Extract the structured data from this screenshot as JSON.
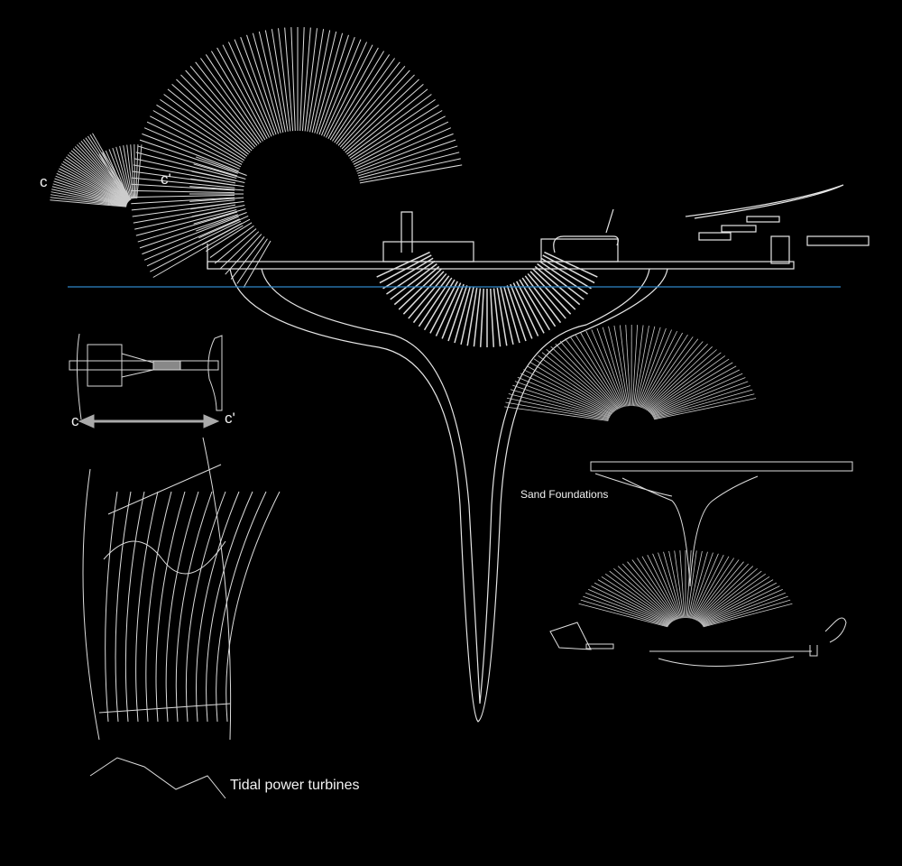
{
  "section_marks": {
    "top_left_c": "c",
    "top_left_c_prime": "c'",
    "detail_c": "c",
    "detail_c_prime": "c'"
  },
  "captions": {
    "sand_foundations": "Sand Foundations",
    "tidal_turbines": "Tidal power turbines"
  },
  "colors": {
    "background": "#000000",
    "linework": "#e6e6e6",
    "waterline": "#2f86c8"
  },
  "icons": [
    "section-arrow-icon"
  ]
}
